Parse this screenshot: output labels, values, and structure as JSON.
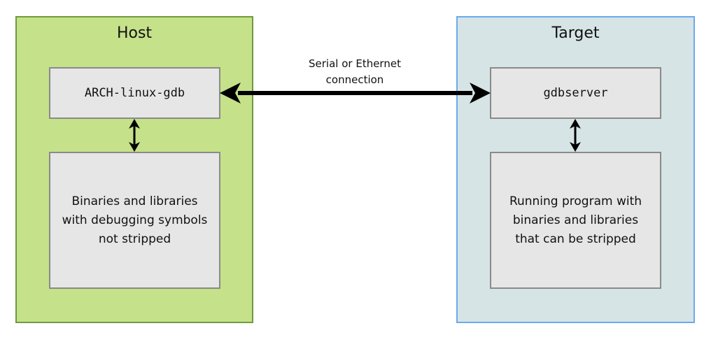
{
  "host": {
    "title": "Host",
    "gdb_label": "ARCH-linux-gdb",
    "binaries_text": "Binaries and libraries with debugging symbols not stripped"
  },
  "target": {
    "title": "Target",
    "gdbserver_label": "gdbserver",
    "program_text": "Running program with binaries and libraries that can be stripped"
  },
  "connection": {
    "line1": "Serial or Ethernet",
    "line2": "connection"
  },
  "colors": {
    "host_fill": "#c5e189",
    "host_border": "#6f9a3d",
    "target_fill": "#d6e4e5",
    "target_border": "#6aaaef",
    "box_fill": "#e6e6e6",
    "box_border": "#8a8a8a"
  },
  "icons": {
    "connection_arrow": "double-headed-arrow-icon",
    "vertical_arrow": "double-headed-arrow-icon"
  }
}
